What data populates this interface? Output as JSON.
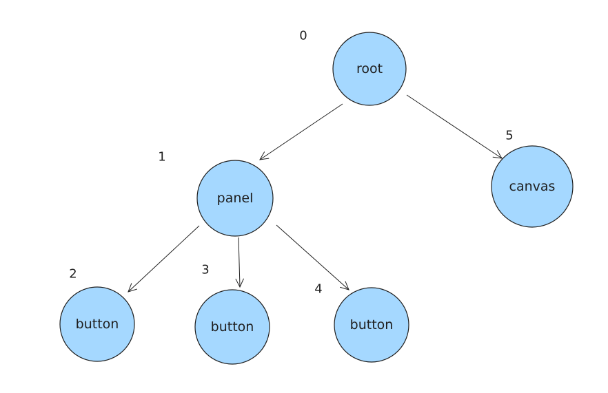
{
  "diagram": {
    "node_fill": "#a5d8ff",
    "stroke_color": "#1e1e1e",
    "nodes": [
      {
        "id": "root",
        "label": "root",
        "index": "0"
      },
      {
        "id": "panel",
        "label": "panel",
        "index": "1"
      },
      {
        "id": "button-a",
        "label": "button",
        "index": "2"
      },
      {
        "id": "button-b",
        "label": "button",
        "index": "3"
      },
      {
        "id": "button-c",
        "label": "button",
        "index": "4"
      },
      {
        "id": "canvas",
        "label": "canvas",
        "index": "5"
      }
    ],
    "edges": [
      {
        "from": "root",
        "to": "panel"
      },
      {
        "from": "root",
        "to": "canvas"
      },
      {
        "from": "panel",
        "to": "button-a"
      },
      {
        "from": "panel",
        "to": "button-b"
      },
      {
        "from": "panel",
        "to": "button-c"
      }
    ]
  }
}
